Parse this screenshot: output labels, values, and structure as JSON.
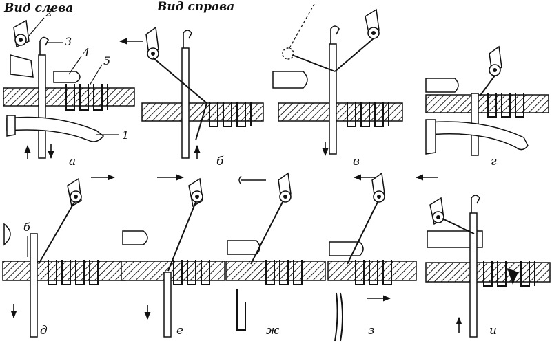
{
  "headers": {
    "left": "Вид слева",
    "right": "Вид справа"
  },
  "callouts": [
    "1",
    "2",
    "3",
    "4",
    "5",
    "б"
  ],
  "panel_labels": [
    "а",
    "б",
    "в",
    "г",
    "д",
    "е",
    "ж",
    "з",
    "и"
  ],
  "colors": {
    "ink": "#111111",
    "background": "#ffffff"
  }
}
